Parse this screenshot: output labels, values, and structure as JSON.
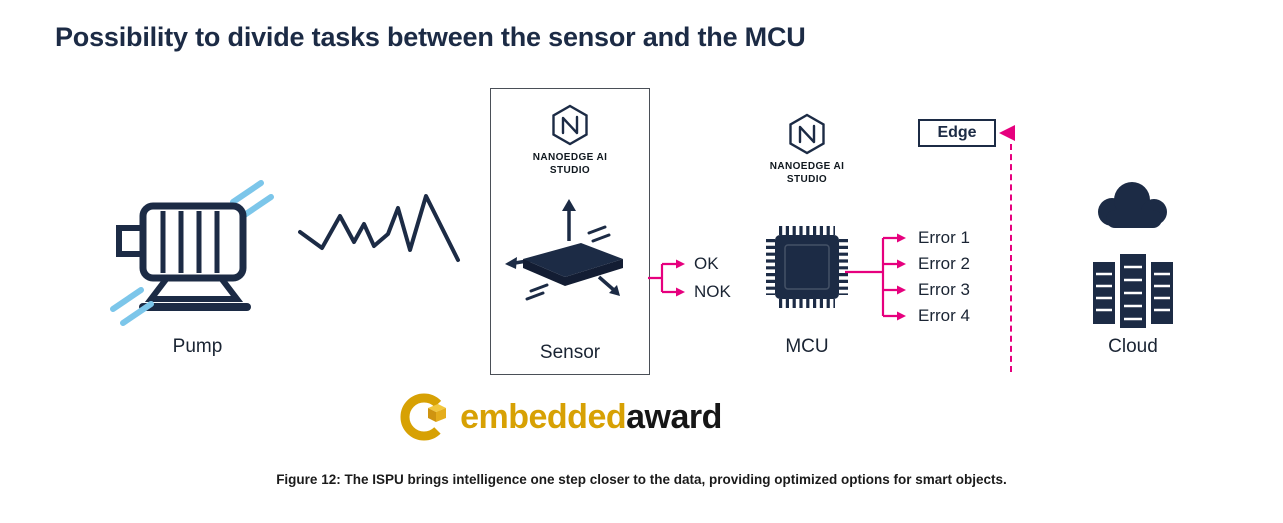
{
  "title": "Possibility to divide tasks between the sensor and the MCU",
  "pump": {
    "label": "Pump"
  },
  "sensor": {
    "brand_line1": "NANOEDGE AI",
    "brand_line2": "STUDIO",
    "label": "Sensor",
    "outputs": [
      "OK",
      "NOK"
    ]
  },
  "mcu": {
    "brand_line1": "NANOEDGE AI",
    "brand_line2": "STUDIO",
    "label": "MCU",
    "outputs": [
      "Error 1",
      "Error 2",
      "Error 3",
      "Error 4"
    ]
  },
  "edge": {
    "label": "Edge"
  },
  "cloud": {
    "label": "Cloud"
  },
  "award": {
    "word1": "embedded",
    "word2": "award"
  },
  "caption": "Figure 12: The ISPU brings intelligence one step closer to the data, providing optimized options for smart objects.",
  "colors": {
    "navy": "#1c2b45",
    "light_blue": "#7cc6ea",
    "pink": "#e6007e",
    "gold": "#d7a104",
    "text_dark": "#1a2433"
  }
}
